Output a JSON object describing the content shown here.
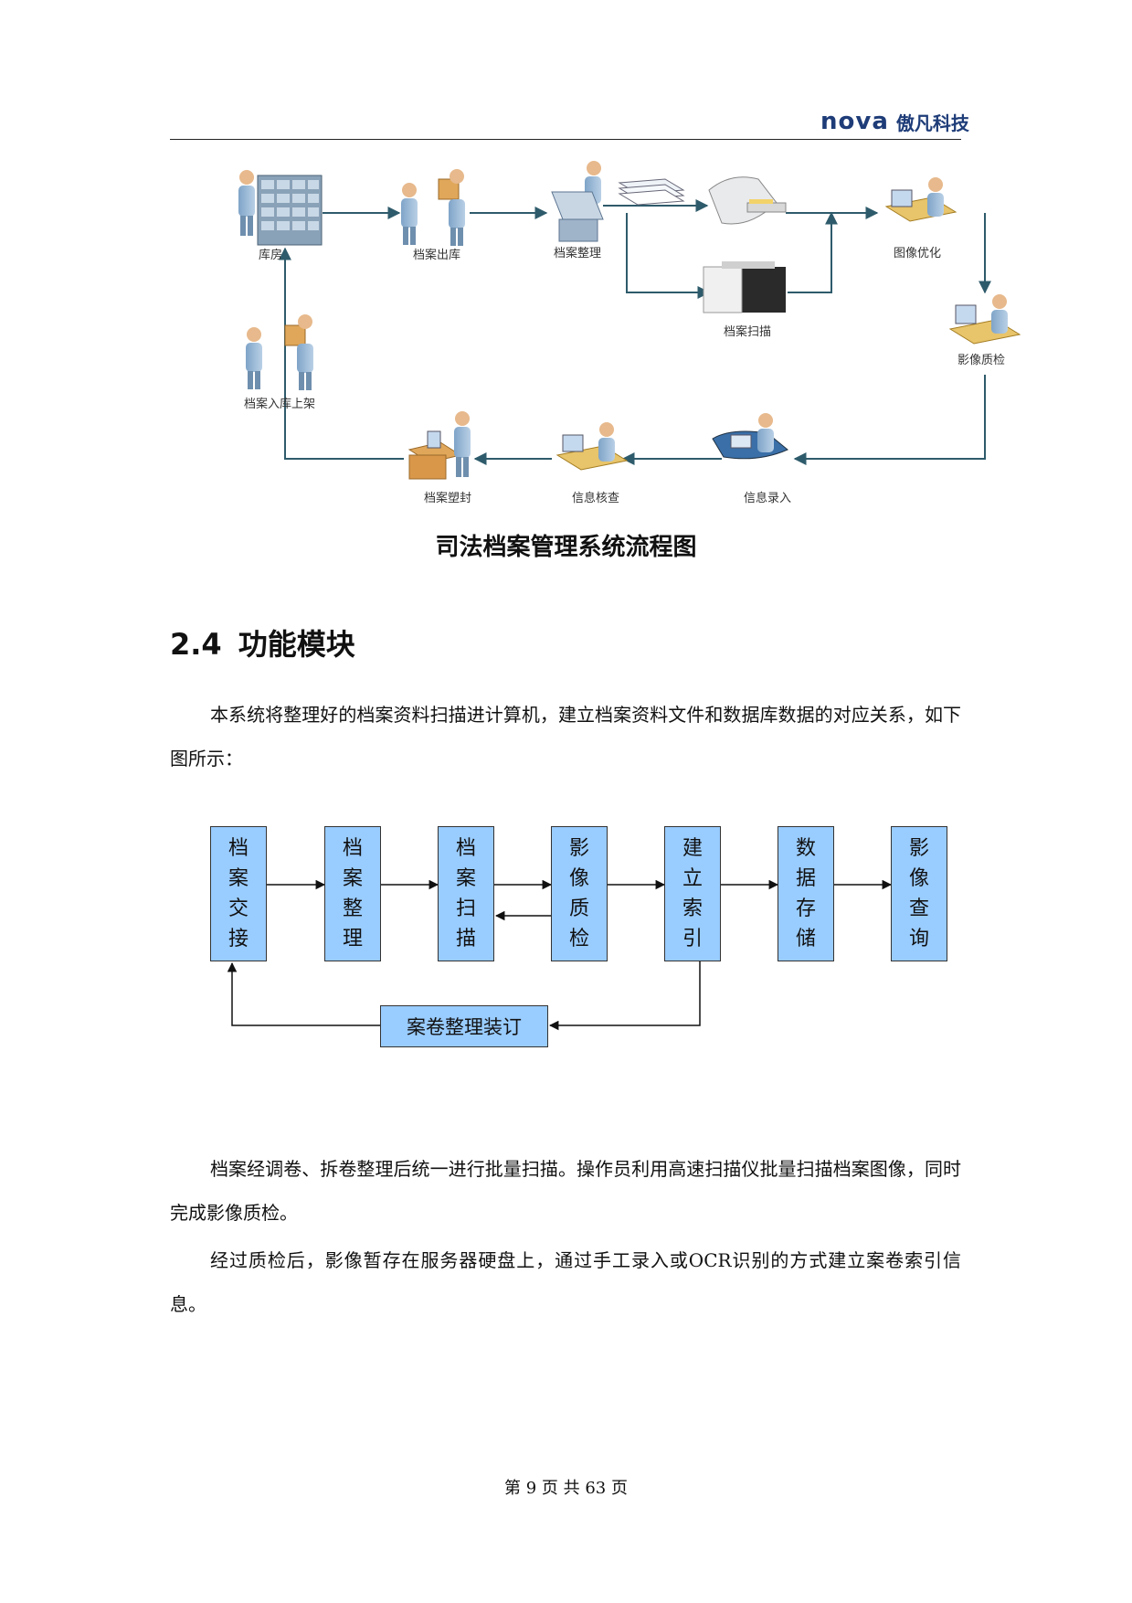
{
  "header": {
    "logo_brand": "nova",
    "logo_cn": "傲凡科技"
  },
  "flowchart1": {
    "caption": "司法档案管理系统流程图",
    "labels": {
      "kufang": "库房",
      "chuku": "档案出库",
      "zhengli": "档案整理",
      "youhua": "图像优化",
      "saomiao": "档案扫描",
      "zhijian": "影像质检",
      "shangjia": "档案入库上架",
      "suofeng": "档案塑封",
      "hecha": "信息核查",
      "luru": "信息录入"
    }
  },
  "section": {
    "number": "2.4",
    "title": "功能模块",
    "intro": "本系统将整理好的档案资料扫描进计算机，建立档案资料文件和数据库数据的对应关系，如下图所示："
  },
  "flowchart2": {
    "boxes": [
      {
        "chars": [
          "档",
          "案",
          "交",
          "接"
        ]
      },
      {
        "chars": [
          "档",
          "案",
          "整",
          "理"
        ]
      },
      {
        "chars": [
          "档",
          "案",
          "扫",
          "描"
        ]
      },
      {
        "chars": [
          "影",
          "像",
          "质",
          "检"
        ]
      },
      {
        "chars": [
          "建",
          "立",
          "索",
          "引"
        ]
      },
      {
        "chars": [
          "数",
          "据",
          "存",
          "储"
        ]
      },
      {
        "chars": [
          "影",
          "像",
          "查",
          "询"
        ]
      }
    ],
    "binding": "案卷整理装订"
  },
  "paragraphs": [
    "档案经调卷、拆卷整理后统一进行批量扫描。操作员利用高速扫描仪批量扫描档案图像，同时完成影像质检。",
    "经过质检后，影像暂存在服务器硬盘上，通过手工录入或OCR识别的方式建立案卷索引信息。"
  ],
  "footer": {
    "page_text": "第 9 页 共 63 页"
  }
}
